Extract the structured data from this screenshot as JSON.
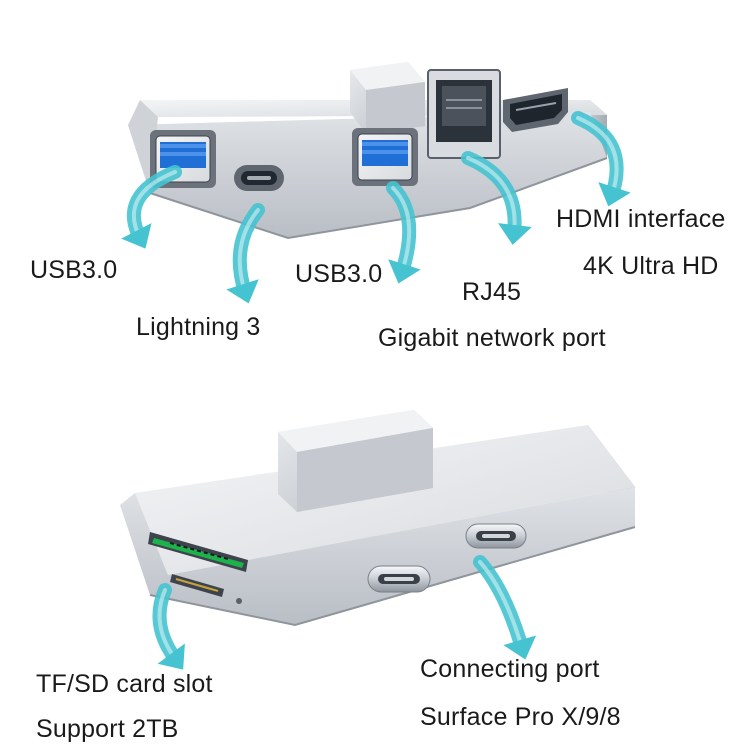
{
  "colors": {
    "arrow": "#45c3d0",
    "arrow_light": "#bfeef2",
    "metal_light": "#eef0f3",
    "metal_mid": "#c9cdd3",
    "metal_dark": "#9ea4ac",
    "usb_blue": "#1f6fd6",
    "text": "#1a1a1a"
  },
  "icons": [
    "usb-a-port-icon",
    "usb-c-port-icon",
    "rj45-port-icon",
    "hdmi-port-icon",
    "sd-card-slot-icon",
    "tf-card-slot-icon",
    "usb-c-plug-icon",
    "callout-arrow-icon"
  ],
  "top_labels": {
    "usb_left": "USB3.0",
    "lightning": "Lightning 3",
    "usb_mid": "USB3.0",
    "rj45": "RJ45",
    "rj45_desc": "Gigabit network port",
    "hdmi": "HDMI interface",
    "hdmi_desc": "4K Ultra HD"
  },
  "bottom_labels": {
    "card": "TF/SD card slot",
    "card_desc": "Support 2TB",
    "connect": "Connecting port",
    "connect_desc": "Surface Pro X/9/8"
  }
}
